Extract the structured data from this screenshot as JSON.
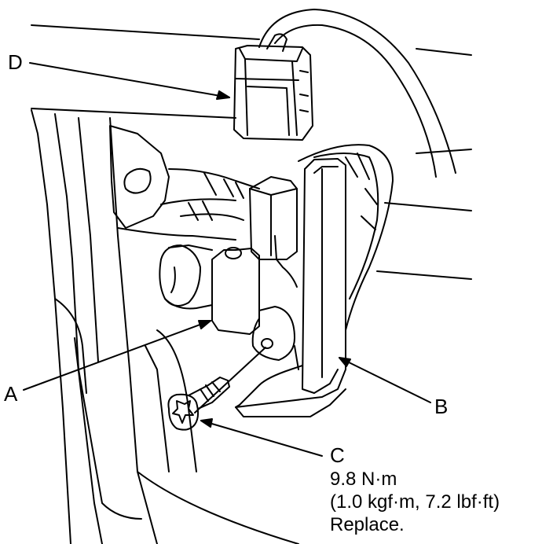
{
  "callouts": {
    "a": "A",
    "b": "B",
    "c": "C",
    "d": "D"
  },
  "spec": {
    "torque_nm": "9.8 N·m",
    "torque_alt": "(1.0 kgf·m, 7.2 lbf·ft)",
    "note": "Replace."
  },
  "colors": {
    "ink": "#000000",
    "background": "#ffffff"
  }
}
